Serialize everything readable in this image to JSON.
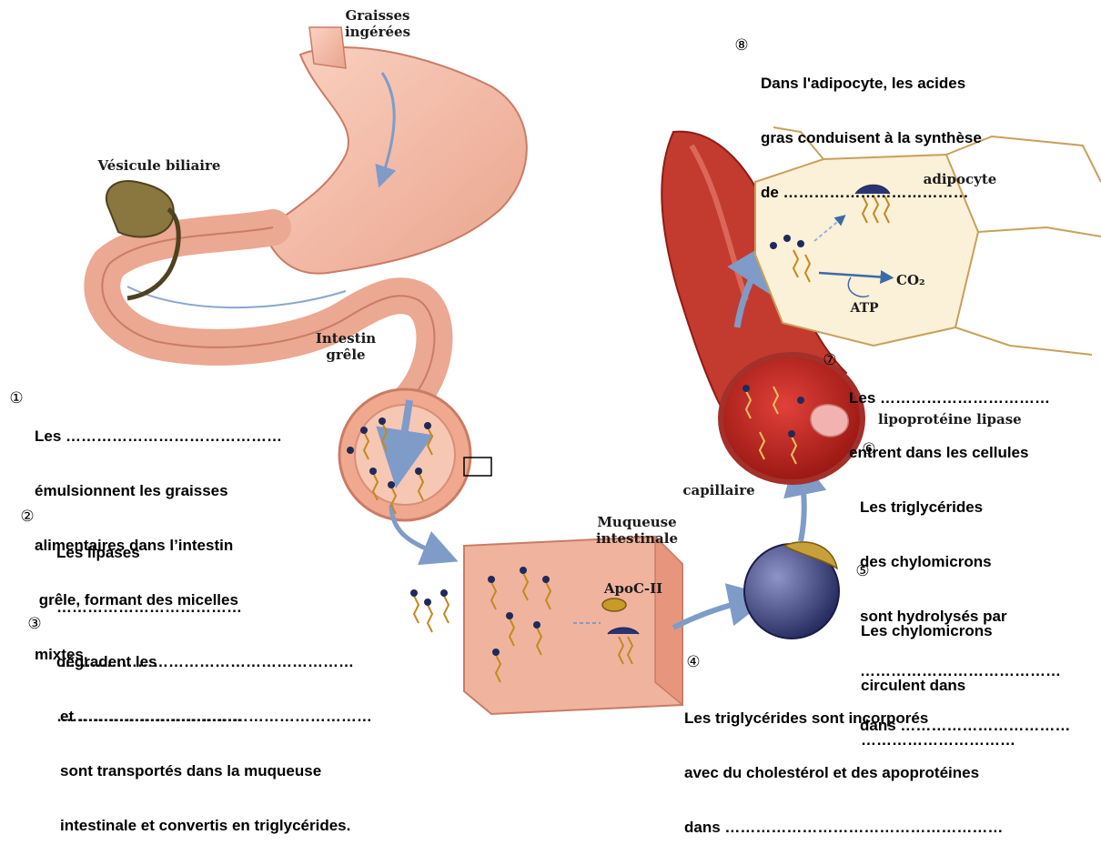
{
  "labels": {
    "graisses": [
      "Graisses",
      "ingérées"
    ],
    "vesicule": "Vésicule biliaire",
    "intestin": [
      "Intestin",
      "grêle"
    ],
    "muqueuse": [
      "Muqueuse",
      "intestinale"
    ],
    "apoc": "ApoC-II",
    "capillaire": "capillaire",
    "lipoproteine": "lipoprotéine lipase",
    "adipocyte": "adipocyte",
    "co2": "CO₂",
    "atp": "ATP"
  },
  "steps": {
    "s1": {
      "num": "①",
      "lines": [
        "Les ……………………………………",
        "émulsionnent les graisses",
        "alimentaires dans l’intestin",
        " grêle, formant des micelles",
        "mixtes."
      ]
    },
    "s2": {
      "num": "②",
      "lines": [
        "Les lipases",
        "………………………………",
        "dégradent les",
        "………………………………"
      ]
    },
    "s3": {
      "num": "③",
      "lines": [
        "…………………………………………………",
        "et …………………………………………………",
        "sont transportés dans la muqueuse",
        "intestinale et convertis en triglycérides."
      ]
    },
    "s4": {
      "num": "④",
      "lines": [
        "Les triglycérides sont incorporés",
        "avec du cholestérol et des apoprotéines",
        "dans ………………………………………………"
      ]
    },
    "s5": {
      "num": "⑤",
      "lines": [
        "Les chylomicrons",
        "circulent dans",
        "…………………………"
      ]
    },
    "s6": {
      "num": "⑥",
      "lines": [
        "Les triglycérides",
        "des chylomicrons",
        "sont hydrolysés par",
        "…………………………………",
        "dans ……………………………"
      ]
    },
    "s7": {
      "num": "⑦",
      "lines": [
        "Les ……………………………",
        "entrent dans les cellules"
      ]
    },
    "s8": {
      "num": "⑧",
      "lines": [
        "Dans l'adipocyte, les acides",
        "gras conduisent à la synthèse",
        "de ………………………………"
      ]
    }
  },
  "colors": {
    "flesh": "#f3b8a4",
    "flesh_dark": "#d98c74",
    "vessel": "#c0302a",
    "vessel_light": "#e0604f",
    "blood": "#b8221c",
    "cell_fill": "#fbf2dc",
    "arrow": "#7f9bc8",
    "gallbladder": "#7a6a3a",
    "chylo_ball": "#3a3f7a",
    "chylo_cap": "#b8942a"
  }
}
